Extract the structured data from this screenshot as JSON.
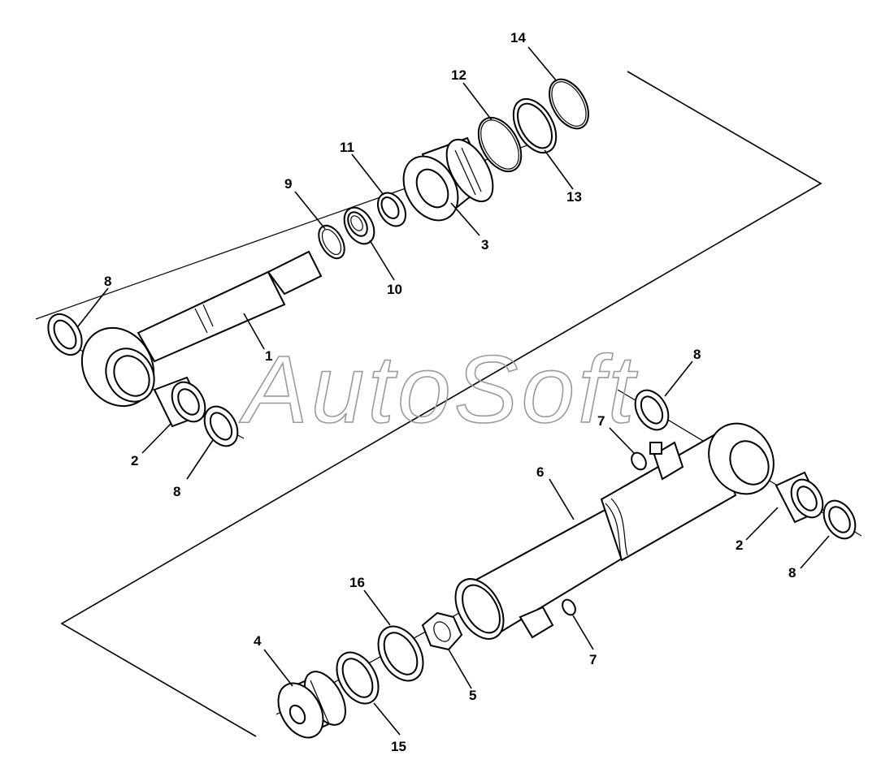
{
  "watermark": "AutoSoft",
  "labels": {
    "p1": "1",
    "p2a": "2",
    "p2b": "2",
    "p3": "3",
    "p4": "4",
    "p5": "5",
    "p6": "6",
    "p7a": "7",
    "p7b": "7",
    "p8a": "8",
    "p8b": "8",
    "p8c": "8",
    "p8d": "8",
    "p9": "9",
    "p10": "10",
    "p11": "11",
    "p12": "12",
    "p13": "13",
    "p14": "14",
    "p15": "15",
    "p16": "16"
  }
}
